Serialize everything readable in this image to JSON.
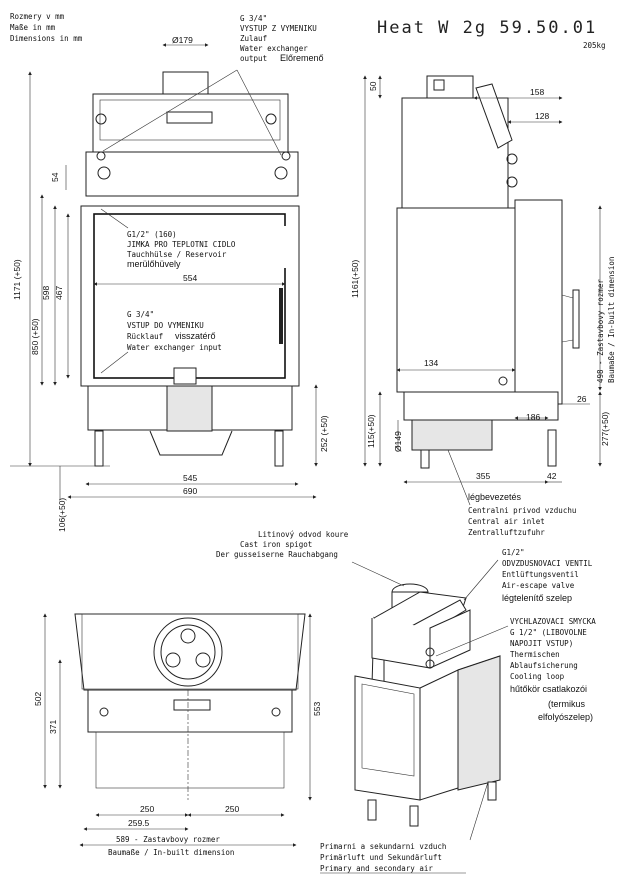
{
  "header": {
    "units_cz": "Rozmery v mm",
    "units_de": "Maße in mm",
    "units_en": "Dimensions in mm",
    "model": "Heat W 2g 59.50.01",
    "weight": "205kg"
  },
  "front_view": {
    "outlet": [
      "G 3/4\"",
      "VYSTUP Z VYMENIKU",
      "Zulauf",
      "Water exchanger",
      "output",
      "Előremenő"
    ],
    "sleeve": [
      "G1/2\" (160)",
      "JIMKA PRO TEPLOTNI CIDLO",
      "Tauchhülse / Reservoir",
      "merülőhüvely"
    ],
    "inlet": [
      "G 3/4\"",
      "VSTUP DO VYMENIKU",
      "Rücklauf",
      "visszatérő",
      "Water exchanger input"
    ],
    "dims": {
      "flue_dia": "Ø179",
      "d54": "54",
      "d1171": "1171 (+50)",
      "d850": "850 (+50)",
      "d598": "598",
      "d467": "467",
      "d554": "554",
      "d252": "252 (+50)",
      "d545": "545",
      "d690": "690",
      "d106": "106(+50)"
    }
  },
  "side_view": {
    "dims": {
      "d50": "50",
      "d158": "158",
      "d128": "128",
      "d1161": "1161(+50)",
      "d498": "498 - Zastavbovy rozmer",
      "d498b": "Baumaße / In-built dimension",
      "d134": "134",
      "d115": "115(+50)",
      "d149": "Ø149",
      "d186": "186",
      "d26": "26",
      "d277": "277(+50)",
      "d355": "355",
      "d42": "42"
    },
    "air_inlet": [
      "légbevezetés",
      "Centralni privod vzduchu",
      "Central air inlet",
      "Zentralluftzufuhr"
    ]
  },
  "top_view": {
    "dims": {
      "d502": "502",
      "d371": "371",
      "d553": "553",
      "d250a": "250",
      "d250b": "250",
      "d2595": "259.5",
      "d589": "589 - Zastavbovy rozmer",
      "d589b": "Baumaße / In-built dimension"
    }
  },
  "iso_view": {
    "spigot": [
      "Litinový odvod koure",
      "Cast iron spigot",
      "Der gusseiserne Rauchabgang"
    ],
    "vent": [
      "G1/2\"",
      "ODVZDUSNOVACI VENTIL",
      "Entlüftungsventil",
      "Air-escape valve",
      "légtelenítő szelep"
    ],
    "loop": [
      "VYCHLAZOVACI SMYCKA",
      "G 1/2\" (LIBOVOLNE",
      "NAPOJIT VSTUP)",
      "Thermischen",
      "Ablaufsicherung",
      "Cooling loop",
      "hűtőkör csatlakozói",
      "(termikus",
      "elfolyószelep)"
    ],
    "air": [
      "Primarni a sekundarni vzduch",
      "Primärluft und Sekundärluft",
      "Primary and secondary air"
    ]
  }
}
